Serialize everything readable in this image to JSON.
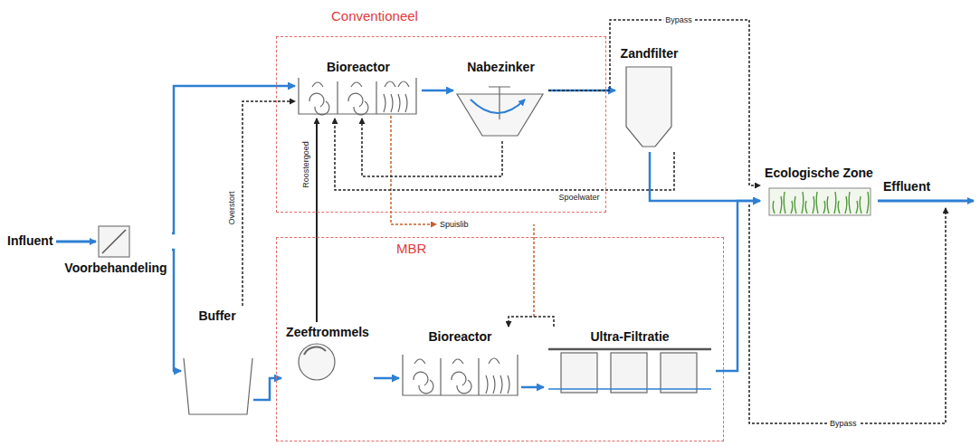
{
  "diagram": {
    "nodes": [
      {
        "text": [
          "Voorbehandeling"
        ]
      },
      {
        "text": [
          "Buffer"
        ]
      },
      {
        "text": [
          "Conventioneel"
        ]
      },
      {
        "text": [
          "Bioreactor"
        ],
        "in": 2
      },
      {
        "text": [
          "Nabezinker"
        ],
        "in": 2
      },
      {
        "text": [
          "Zandfilter"
        ]
      },
      {
        "text": [
          "MBR"
        ]
      },
      {
        "text": [
          "Zeeftrommels"
        ],
        "in": 6
      },
      {
        "text": [
          "Bioreactor"
        ],
        "in": 6
      },
      {
        "text": [
          "Ultra-Filtratie"
        ],
        "in": 6
      },
      {
        "text": [
          "Ecologische Zone"
        ]
      }
    ],
    "edges": [
      {
        "from": 0,
        "to": 3,
        "arrow": "to"
      },
      {
        "from": 0,
        "to": 1,
        "arrow": "to"
      },
      {
        "from": 1,
        "to": 7,
        "arrow": "to"
      },
      {
        "from": 7,
        "to": 8,
        "arrow": "to"
      },
      {
        "from": 8,
        "to": 9,
        "arrow": "to"
      },
      {
        "from": 9,
        "to": 10,
        "arrow": "to"
      },
      {
        "from": 3,
        "to": 4,
        "arrow": "to"
      },
      {
        "from": 4,
        "to": 5,
        "arrow": "to"
      },
      {
        "from": 5,
        "to": 10,
        "arrow": "to"
      },
      {
        "from": 1,
        "to": 3,
        "label": "Overstort",
        "arrow": "to"
      },
      {
        "from": 7,
        "to": 3,
        "label": "Roostergoed",
        "arrow": "to"
      },
      {
        "from": 5,
        "to": 3,
        "label": "Spoelwater",
        "arrow": "to"
      },
      {
        "from": 4,
        "to": 3,
        "arrow": "to"
      },
      {
        "from": 9,
        "to": 8,
        "arrow": "to"
      },
      {
        "from": 4,
        "to": 10,
        "label": "Bypass",
        "arrow": "to"
      }
    ],
    "labels": [
      "Influent",
      "Effluent",
      "Spuislib",
      "Bypass"
    ]
  }
}
